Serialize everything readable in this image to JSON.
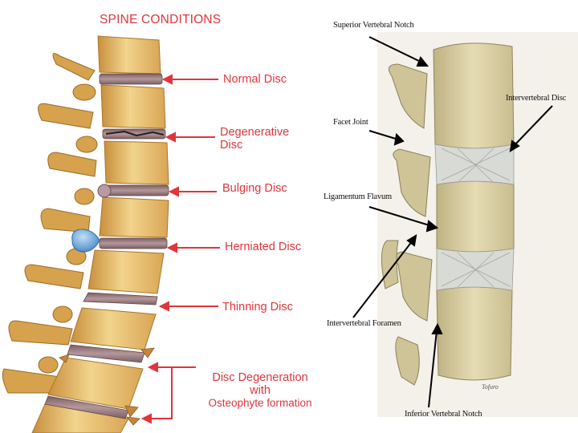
{
  "left_figure": {
    "title": "SPINE CONDITIONS",
    "conditions": [
      {
        "key": "normal",
        "lines": [
          "Normal Disc"
        ]
      },
      {
        "key": "degenerative",
        "lines": [
          "Degenerative",
          "Disc"
        ]
      },
      {
        "key": "bulging",
        "lines": [
          "Bulging Disc"
        ]
      },
      {
        "key": "herniated",
        "lines": [
          "Herniated Disc"
        ]
      },
      {
        "key": "thinning",
        "lines": [
          "Thinning Disc"
        ]
      },
      {
        "key": "osteophyte",
        "lines": [
          "Disc Degeneration",
          "with",
          "Osteophyte formation"
        ]
      }
    ],
    "label_color": "#e0353a",
    "bone_color": "#e3b867",
    "disc_color": "#9d7a7f",
    "herniation_color": "#5f9fd4"
  },
  "right_figure": {
    "labels": {
      "superior_notch": "Superior Vertebral Notch",
      "intervertebral_disc": "Intervertebral Disc",
      "facet_joint": "Facet Joint",
      "ligamentum_flavum": "Ligamentum Flavum",
      "intervertebral_foramen": "Intervertebral Foramen",
      "inferior_notch": "Inferior Vertebral Notch"
    },
    "signature": "Tofuro",
    "bone_color": "#d9cfa4",
    "ligament_color": "#d6d8d4"
  }
}
